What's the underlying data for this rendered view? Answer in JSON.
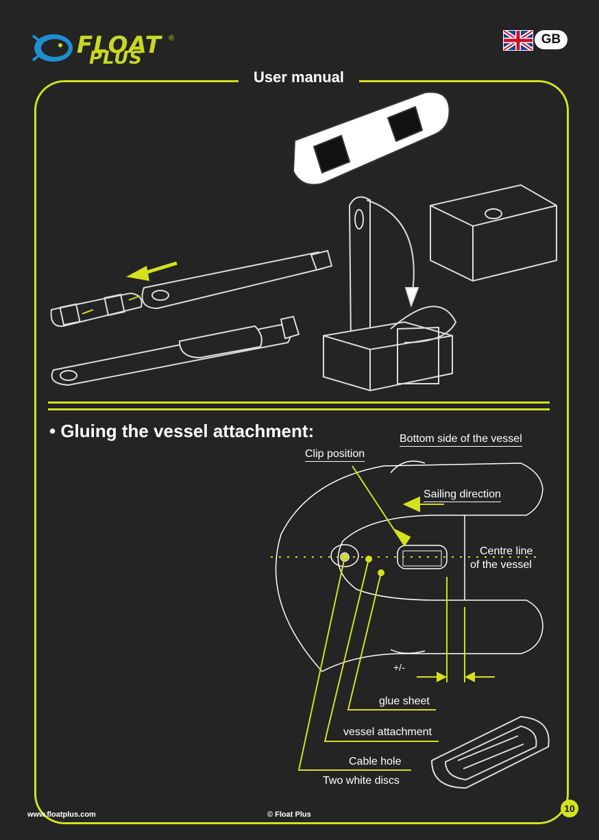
{
  "brand": {
    "line1": "FLOAT",
    "line2": "PLUS",
    "reg": "®"
  },
  "language": {
    "code": "GB"
  },
  "title": "User manual",
  "section": {
    "heading": "• Gluing the vessel attachment:"
  },
  "labels": {
    "bottom_side": "Bottom side of the vessel",
    "clip_position": "Clip position",
    "sailing_direction": "Sailing direction",
    "centre_line_1": "Centre line",
    "centre_line_2": "of the vessel",
    "plus_minus": "+/-",
    "glue_sheet": "glue sheet",
    "vessel_attachment": "vessel attachment",
    "cable_hole": "Cable hole",
    "two_white_discs": "Two white discs"
  },
  "footer": {
    "url": "www.floatplus.com",
    "copyright": "© Float Plus",
    "page": "10"
  },
  "colors": {
    "accent": "#d4e21e",
    "background": "#242424",
    "line": "#ffffff"
  }
}
